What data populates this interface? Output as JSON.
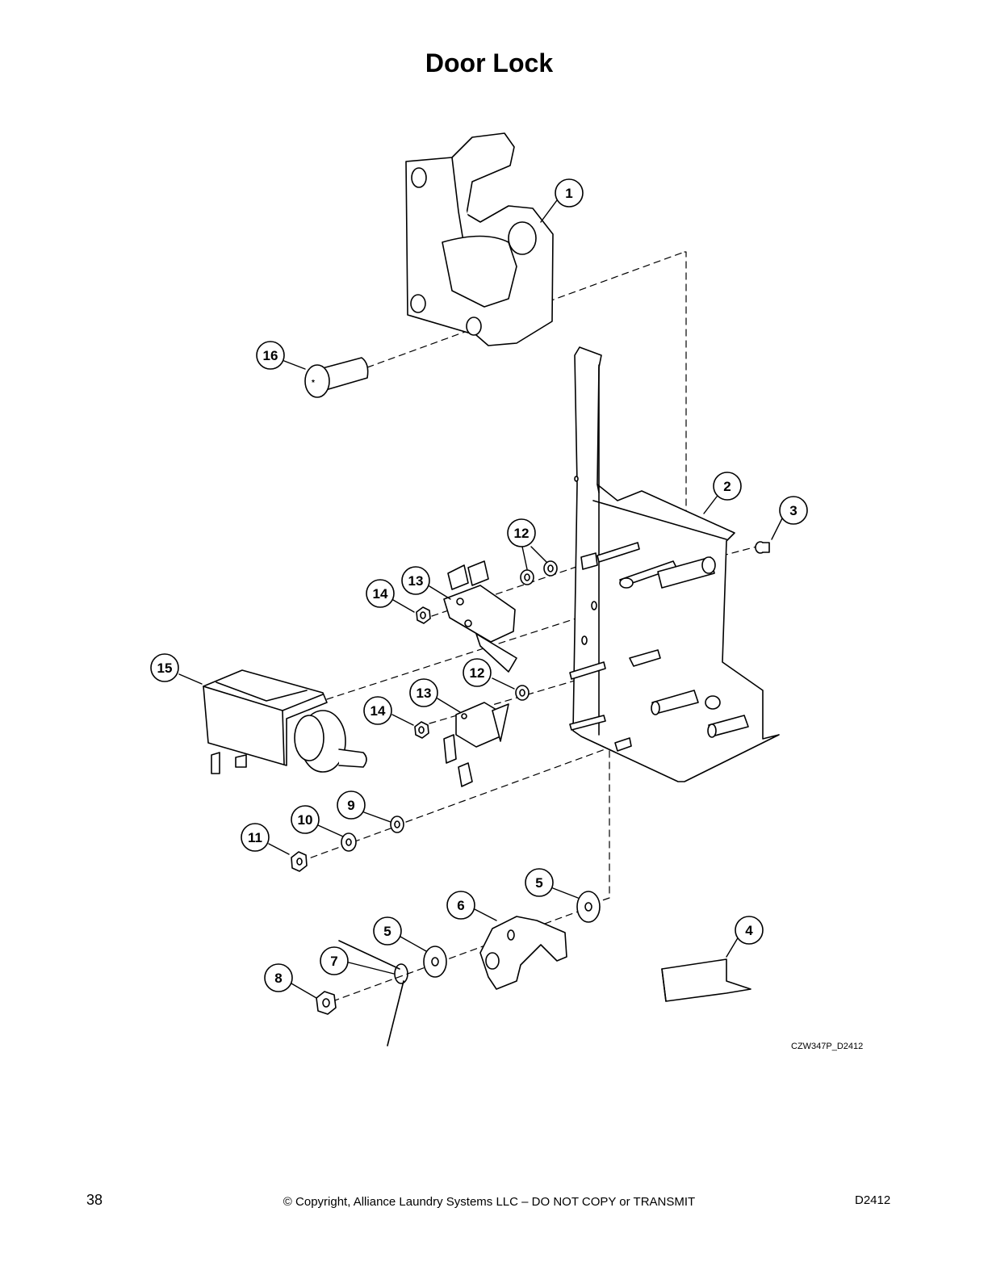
{
  "title": "Door Lock",
  "drawing_code": "CZW347P_D2412",
  "footer": {
    "page_number": "38",
    "copyright": "© Copyright, Alliance Laundry Systems LLC – DO NOT COPY or TRANSMIT",
    "doc_id": "D2412"
  },
  "callouts": [
    "1",
    "2",
    "3",
    "4",
    "5",
    "5",
    "6",
    "7",
    "8",
    "9",
    "10",
    "11",
    "12",
    "12",
    "13",
    "13",
    "14",
    "14",
    "15",
    "16"
  ]
}
